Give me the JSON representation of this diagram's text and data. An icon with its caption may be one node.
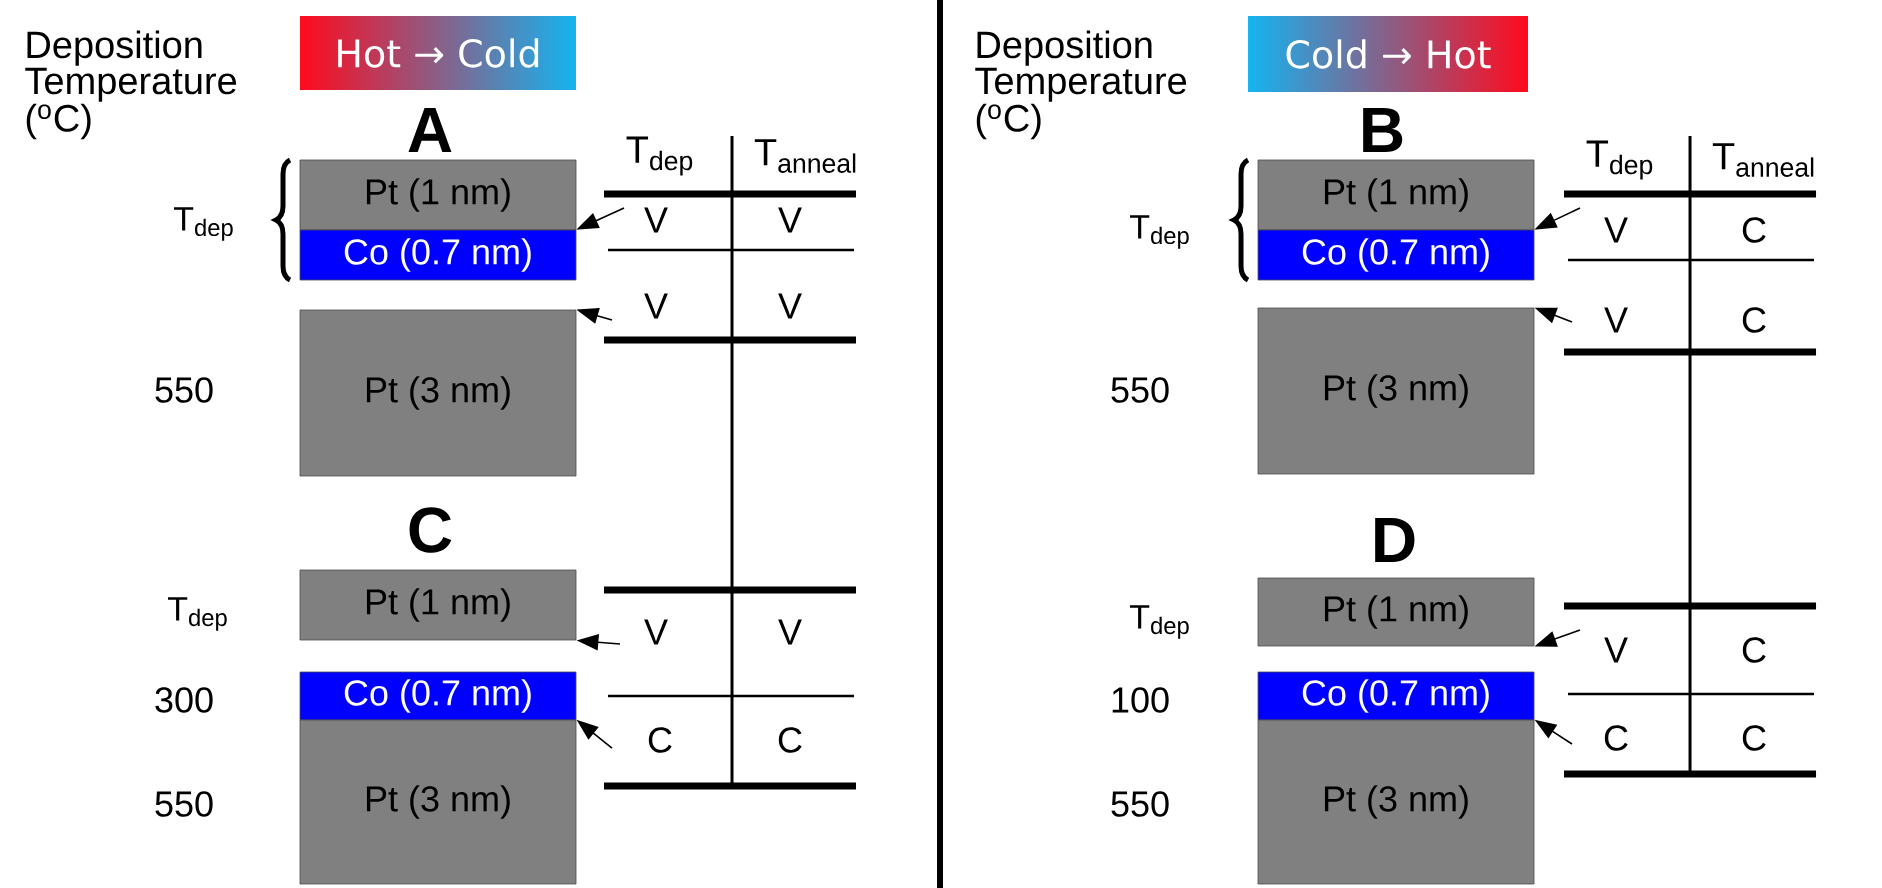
{
  "diagram": {
    "nodes": [
      {
        "text": [
          "Hot → Cold"
        ]
      },
      {
        "text": [
          "Pt (1 nm)"
        ]
      },
      {
        "text": [
          "Co (0.7 nm)"
        ]
      },
      {
        "text": [
          "Pt (3 nm)"
        ]
      },
      {
        "text": [
          "Pt (1 nm)"
        ]
      },
      {
        "text": [
          "Co (0.7 nm)"
        ]
      },
      {
        "text": [
          "Pt (3 nm)"
        ]
      },
      {
        "text": [
          "Cold → Hot"
        ]
      },
      {
        "text": [
          "Pt (1 nm)"
        ]
      },
      {
        "text": [
          "Co (0.7 nm)"
        ]
      },
      {
        "text": [
          "Pt (3 nm)"
        ]
      },
      {
        "text": [
          "Pt (1 nm)"
        ]
      },
      {
        "text": [
          "Co (0.7 nm)"
        ]
      },
      {
        "text": [
          "Pt (3 nm)"
        ]
      }
    ],
    "edges": [
      {
        "from": null,
        "to": 2,
        "arrow": "to"
      },
      {
        "from": null,
        "to": 3,
        "arrow": "to"
      },
      {
        "from": null,
        "to": 4,
        "arrow": "to"
      },
      {
        "from": null,
        "to": 6,
        "arrow": "to"
      },
      {
        "from": null,
        "to": 9,
        "arrow": "to"
      },
      {
        "from": null,
        "to": 10,
        "arrow": "to"
      },
      {
        "from": null,
        "to": 11,
        "arrow": "to"
      },
      {
        "from": null,
        "to": 13,
        "arrow": "to"
      }
    ],
    "labels": [
      "Deposition Temperature ($^{o}$C)",
      "A",
      "T$_{dep}$",
      "T$_{anneal}$",
      "T$_{dep}$",
      "V",
      "V",
      "V",
      "V",
      "550",
      "C",
      "T$_{dep}$",
      "V",
      "V",
      "300",
      "C",
      "C",
      "550",
      "Deposition Temperature ($^{o}$C)",
      "B",
      "T$_{dep}$",
      "T$_{anneal}$",
      "T$_{dep}$",
      "V",
      "C",
      "V",
      "C",
      "550",
      "D",
      "T$_{dep}$",
      "V",
      "C",
      "100",
      "C",
      "C",
      "550"
    ]
  }
}
